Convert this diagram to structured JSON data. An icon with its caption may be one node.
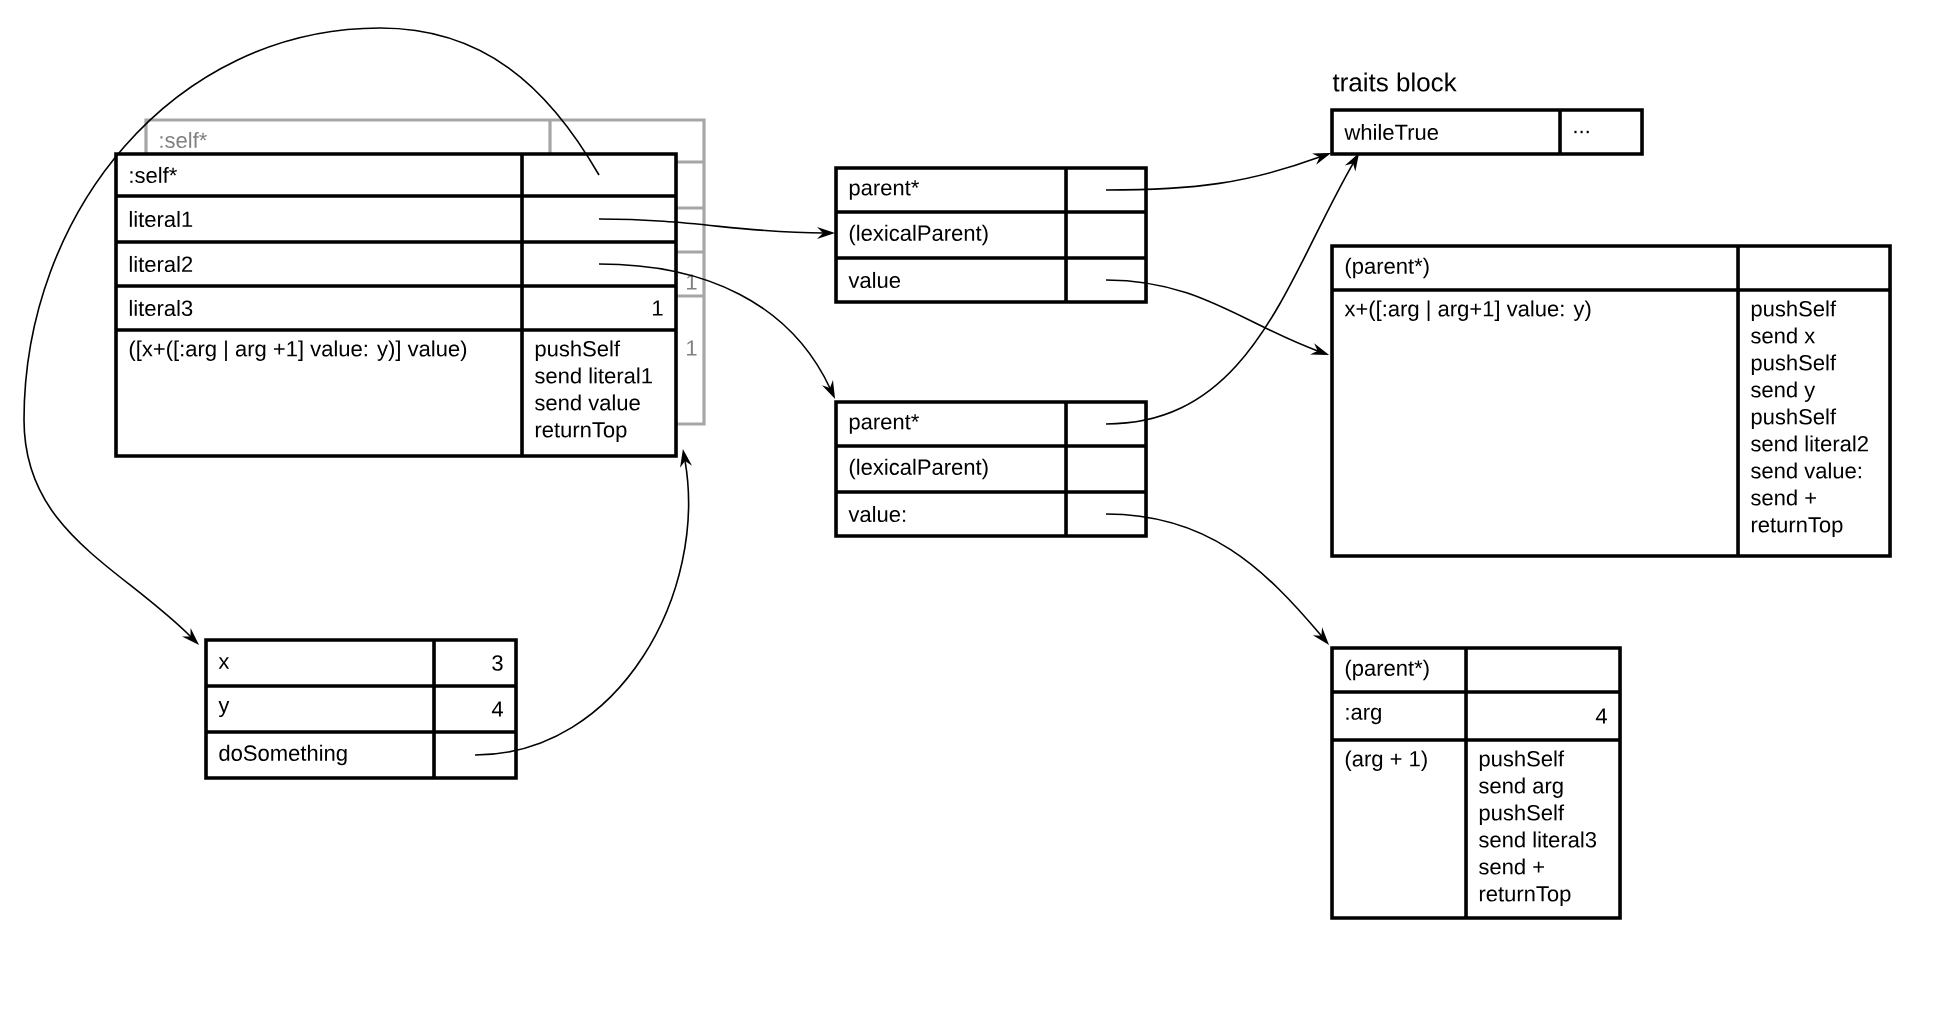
{
  "diagram": {
    "nodes": [
      {
        "text": [],
        "shape": "box"
      },
      {
        "text": [
          ":self*"
        ],
        "in": 0
      },
      {
        "text": [],
        "shape": "box",
        "in": 0
      },
      {
        "text": [
          "literal1"
        ],
        "in": 0
      },
      {
        "text": [],
        "shape": "box",
        "in": 0
      },
      {
        "text": [
          "literal2"
        ],
        "in": 0
      },
      {
        "text": [],
        "shape": "box",
        "in": 0
      },
      {
        "text": [
          "literal3"
        ],
        "in": 0
      },
      {
        "text": [
          "1"
        ],
        "in": 0
      },
      {
        "text": [
          "([x+([:arg | arg +1] value: y)] value)"
        ],
        "in": 0
      },
      {
        "text": [
          "pushSelf",
          "send literal1",
          "send value",
          "returnTop"
        ],
        "in": 0
      },
      {
        "text": [],
        "shape": "box"
      },
      {
        "text": [
          "parent*"
        ],
        "in": 11
      },
      {
        "text": [],
        "shape": "box",
        "in": 11
      },
      {
        "text": [
          "(lexicalParent)"
        ],
        "in": 11
      },
      {
        "text": [],
        "shape": "box",
        "in": 11
      },
      {
        "text": [
          "value"
        ],
        "in": 11
      },
      {
        "text": [],
        "shape": "box",
        "in": 11
      },
      {
        "text": [],
        "shape": "box"
      },
      {
        "text": [
          "parent*"
        ],
        "in": 18
      },
      {
        "text": [],
        "shape": "box",
        "in": 18
      },
      {
        "text": [
          "(lexicalParent)"
        ],
        "in": 18
      },
      {
        "text": [],
        "shape": "box",
        "in": 18
      },
      {
        "text": [
          "value:"
        ],
        "in": 18
      },
      {
        "text": [],
        "shape": "box",
        "in": 18
      },
      {
        "text": [
          "traits block"
        ]
      },
      {
        "text": [
          "whileTrue"
        ],
        "in": 25
      },
      {
        "text": [
          "..."
        ],
        "in": 25
      },
      {
        "text": [],
        "shape": "box"
      },
      {
        "text": [
          "(parent*)"
        ],
        "in": 28
      },
      {
        "text": [],
        "shape": "box",
        "in": 28
      },
      {
        "text": [
          "x+([:arg | arg+1] value: y)"
        ],
        "in": 28
      },
      {
        "text": [
          "pushSelf",
          "send x",
          "pushSelf",
          "send y",
          "pushSelf",
          "send literal2",
          "send value:",
          "send +",
          "returnTop"
        ],
        "in": 28
      },
      {
        "text": [],
        "shape": "box"
      },
      {
        "text": [
          "(parent*)"
        ],
        "in": 33
      },
      {
        "text": [],
        "shape": "box",
        "in": 33
      },
      {
        "text": [
          ":arg"
        ],
        "in": 33
      },
      {
        "text": [
          "4"
        ],
        "in": 33
      },
      {
        "text": [
          "(arg + 1)"
        ],
        "in": 33
      },
      {
        "text": [
          "pushSelf",
          "send arg",
          "pushSelf",
          "send literal3",
          "send +",
          "returnTop"
        ],
        "in": 33
      },
      {
        "text": [],
        "shape": "box"
      },
      {
        "text": [
          "x"
        ],
        "in": 40
      },
      {
        "text": [
          "3"
        ],
        "in": 40
      },
      {
        "text": [
          "y"
        ],
        "in": 40
      },
      {
        "text": [
          "4"
        ],
        "in": 40
      },
      {
        "text": [
          "doSomething"
        ],
        "in": 40
      },
      {
        "text": [],
        "shape": "box",
        "in": 40
      }
    ],
    "edges": [
      {
        "from": 2,
        "to": 40,
        "arrow": "to"
      },
      {
        "from": 4,
        "to": 11,
        "arrow": "to"
      },
      {
        "from": 6,
        "to": 18,
        "arrow": "to"
      },
      {
        "from": 13,
        "to": 25,
        "arrow": "to"
      },
      {
        "from": 17,
        "to": 28,
        "arrow": "to"
      },
      {
        "from": 20,
        "to": 25,
        "arrow": "to"
      },
      {
        "from": 24,
        "to": 33,
        "arrow": "to"
      },
      {
        "from": 46,
        "to": 0,
        "arrow": "to"
      }
    ],
    "labels": [
      ":self*",
      "1",
      "1"
    ]
  }
}
